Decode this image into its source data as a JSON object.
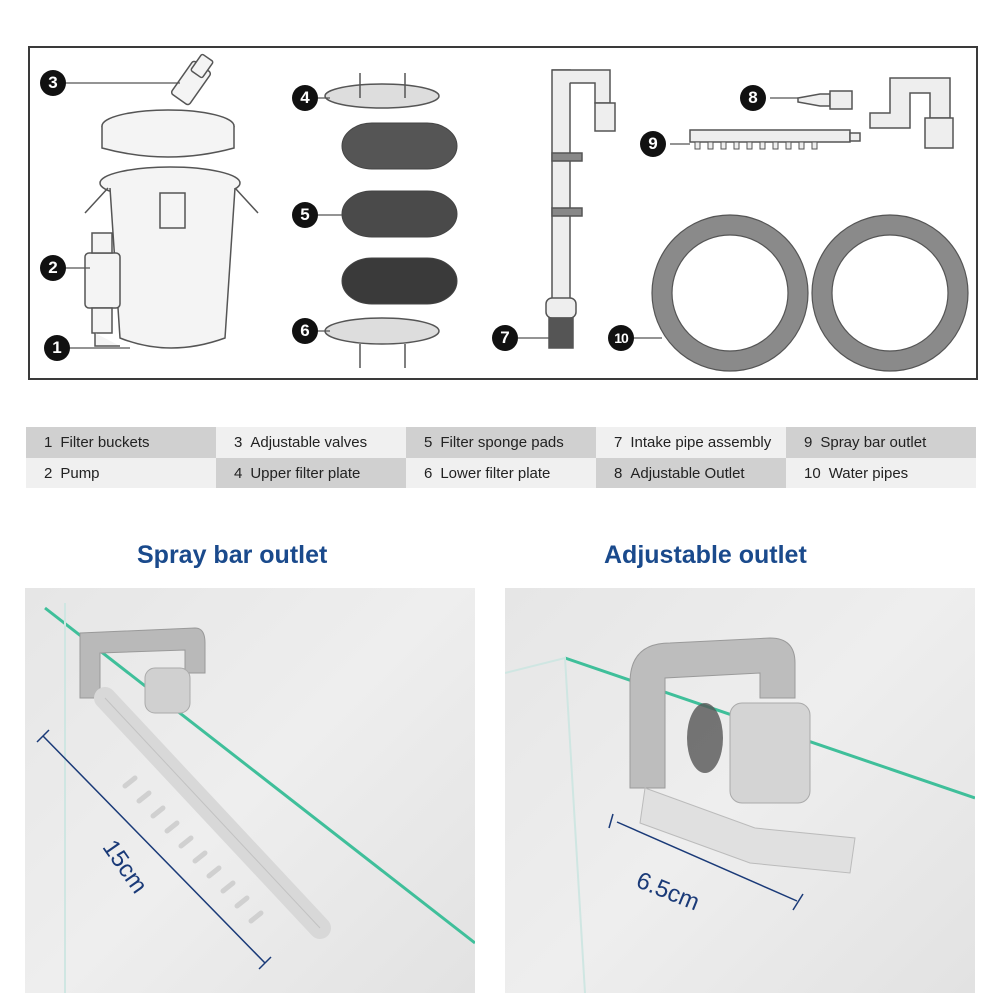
{
  "diagram": {
    "title": "Canister filter parts diagram",
    "callouts": [
      "1",
      "2",
      "3",
      "4",
      "5",
      "6",
      "7",
      "8",
      "9",
      "10"
    ]
  },
  "legend": {
    "rows": [
      [
        {
          "num": "1",
          "label": "Filter buckets",
          "shade": "dark"
        },
        {
          "num": "3",
          "label": "Adjustable valves",
          "shade": "light"
        },
        {
          "num": "5",
          "label": "Filter sponge pads",
          "shade": "dark"
        },
        {
          "num": "7",
          "label": "Intake pipe assembly",
          "shade": "light"
        },
        {
          "num": "9",
          "label": "Spray bar outlet",
          "shade": "dark"
        }
      ],
      [
        {
          "num": "2",
          "label": "Pump",
          "shade": "light"
        },
        {
          "num": "4",
          "label": "Upper filter plate",
          "shade": "dark"
        },
        {
          "num": "6",
          "label": "Lower filter plate",
          "shade": "light"
        },
        {
          "num": "8",
          "label": "Adjustable Outlet",
          "shade": "dark"
        },
        {
          "num": "10",
          "label": "Water pipes",
          "shade": "light"
        }
      ]
    ]
  },
  "photos": {
    "spray_bar": {
      "heading": "Spray bar outlet",
      "dimension": "15cm"
    },
    "adjustable": {
      "heading": "Adjustable outlet",
      "dimension": "6.5cm"
    }
  },
  "colors": {
    "heading_blue": "#1a4a8c",
    "dimension_blue": "#1a3a78",
    "glass_edge": "#3fbf9a",
    "legend_dark": "#d0d0d0",
    "legend_light": "#f0f0f0"
  }
}
